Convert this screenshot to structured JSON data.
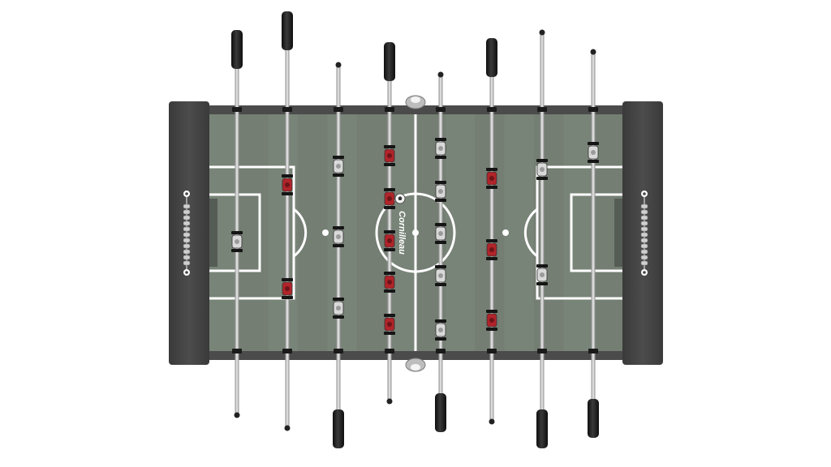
{
  "scene": {
    "brand": "Cornilleau",
    "colors": {
      "background": "#ffffff",
      "cabinet": "#4a4a4a",
      "end_panel": "#444444",
      "field": "#737d72",
      "field_stripe_light": "#7e887c",
      "lines": "#ffffff",
      "rod": "#c9c9c9",
      "handle": "#1c1c1c",
      "team_red": "#b0242a",
      "team_white": "#d9d9d9",
      "bumper": "#1a1a1a"
    },
    "icons": {
      "ball": "soccer-ball-icon",
      "abacus": "score-counter-icon"
    },
    "rods": [
      {
        "name": "rod-1",
        "team": "white",
        "players": 1,
        "handle": "top"
      },
      {
        "name": "rod-2",
        "team": "red",
        "players": 2,
        "handle": "top"
      },
      {
        "name": "rod-3",
        "team": "white",
        "players": 3,
        "handle": "bottom"
      },
      {
        "name": "rod-4",
        "team": "red",
        "players": 5,
        "handle": "top"
      },
      {
        "name": "rod-5",
        "team": "white",
        "players": 5,
        "handle": "bottom"
      },
      {
        "name": "rod-6",
        "team": "red",
        "players": 3,
        "handle": "top"
      },
      {
        "name": "rod-7",
        "team": "white",
        "players": 2,
        "handle": "bottom"
      },
      {
        "name": "rod-8",
        "team": "white",
        "players": 1,
        "handle": "bottom"
      }
    ]
  }
}
